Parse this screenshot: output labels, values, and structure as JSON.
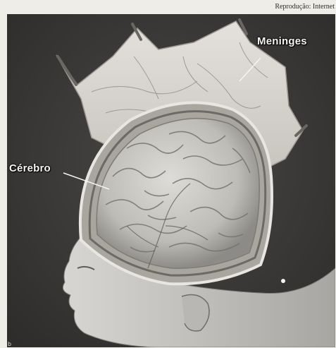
{
  "credit": "Reprodução: Internet",
  "labels": {
    "meninges": "Meninges",
    "cerebro": "Cérebro"
  },
  "corner_mark": "b",
  "colors": {
    "background": "#3a3938",
    "membrane": "#d9d6d1",
    "brain": "#c9c7c2",
    "label_text": "#f4f4f2"
  }
}
